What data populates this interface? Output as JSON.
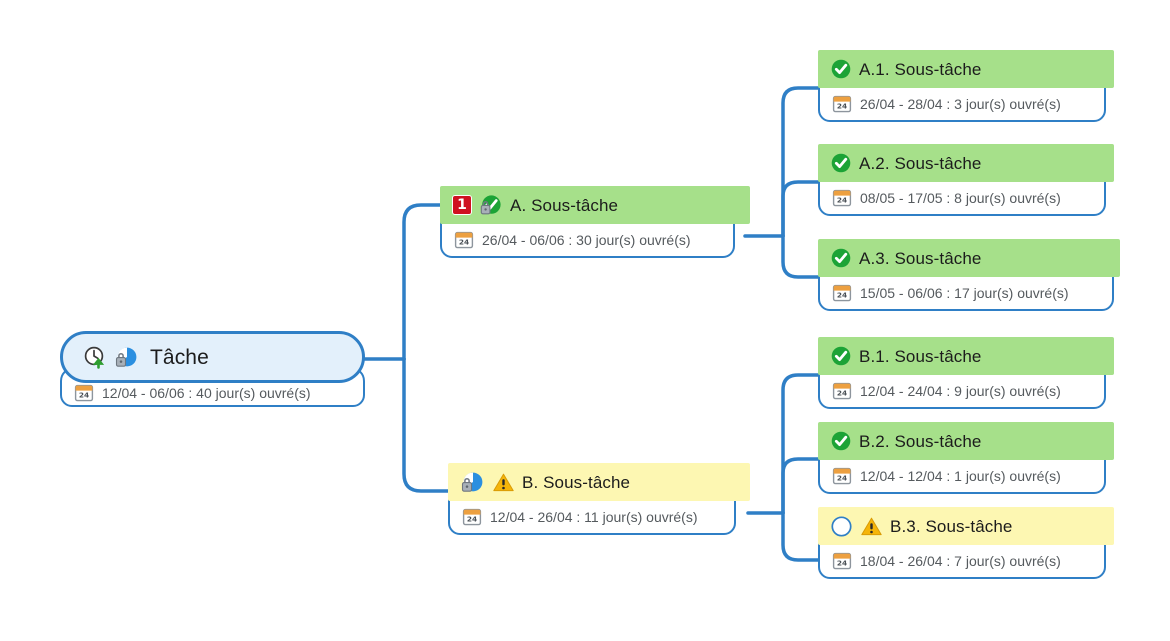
{
  "diagram": {
    "type": "mindmap",
    "title": "Tâche",
    "language": "fr",
    "colors": {
      "link": "#2f7fc6",
      "node_border": "#2f7fc6",
      "root_fill": "#e3f0fb",
      "status_done_fill": "#a6e08a",
      "status_warning_fill": "#fdf7b2",
      "check_green": "#1ca336",
      "warning_amber": "#f5b50a",
      "priority_red": "#cf1020",
      "calendar_orange": "#eda040",
      "date_text": "#555a5e",
      "title_text": "#1c1c1c"
    }
  },
  "root": {
    "id": "root",
    "label": "Tâche",
    "date_text": "12/04 - 06/06 : 40 jour(s) ouvré(s)",
    "start": "12/04",
    "end": "06/06",
    "duration": "40 jour(s) ouvré(s)",
    "status": "root",
    "icons": [
      "clock-arrow-up-icon",
      "pie-progress-locked-icon",
      "calendar-icon"
    ]
  },
  "branches": [
    {
      "id": "A",
      "label": "A. Sous-tâche",
      "date_text": "26/04 - 06/06 : 30 jour(s) ouvré(s)",
      "start": "26/04",
      "end": "06/06",
      "duration": "30 jour(s) ouvré(s)",
      "status": "done",
      "priority": "1",
      "icons": [
        "priority-1-icon",
        "check-locked-icon",
        "calendar-icon"
      ],
      "children": [
        {
          "id": "A.1",
          "label": "A.1. Sous-tâche",
          "date_text": "26/04 - 28/04 : 3 jour(s) ouvré(s)",
          "start": "26/04",
          "end": "28/04",
          "duration": "3 jour(s) ouvré(s)",
          "status": "done",
          "icons": [
            "check-circle-icon",
            "calendar-icon"
          ]
        },
        {
          "id": "A.2",
          "label": "A.2. Sous-tâche",
          "date_text": "08/05 - 17/05 : 8 jour(s) ouvré(s)",
          "start": "08/05",
          "end": "17/05",
          "duration": "8 jour(s) ouvré(s)",
          "status": "done",
          "icons": [
            "check-circle-icon",
            "calendar-icon"
          ]
        },
        {
          "id": "A.3",
          "label": "A.3. Sous-tâche",
          "date_text": "15/05 - 06/06 : 17 jour(s) ouvré(s)",
          "start": "15/05",
          "end": "06/06",
          "duration": "17 jour(s) ouvré(s)",
          "status": "done",
          "icons": [
            "check-circle-icon",
            "calendar-icon"
          ]
        }
      ]
    },
    {
      "id": "B",
      "label": "B. Sous-tâche",
      "date_text": "12/04 - 26/04 : 11 jour(s) ouvré(s)",
      "start": "12/04",
      "end": "26/04",
      "duration": "11 jour(s) ouvré(s)",
      "status": "warning",
      "icons": [
        "pie-progress-locked-icon",
        "warning-triangle-icon",
        "calendar-icon"
      ],
      "children": [
        {
          "id": "B.1",
          "label": "B.1. Sous-tâche",
          "date_text": "12/04 - 24/04 : 9 jour(s) ouvré(s)",
          "start": "12/04",
          "end": "24/04",
          "duration": "9 jour(s) ouvré(s)",
          "status": "done",
          "icons": [
            "check-circle-icon",
            "calendar-icon"
          ]
        },
        {
          "id": "B.2",
          "label": "B.2. Sous-tâche",
          "date_text": "12/04 - 12/04 : 1 jour(s) ouvré(s)",
          "start": "12/04",
          "end": "12/04",
          "duration": "1 jour(s) ouvré(s)",
          "status": "done",
          "icons": [
            "check-circle-icon",
            "calendar-icon"
          ]
        },
        {
          "id": "B.3",
          "label": "B.3. Sous-tâche",
          "date_text": "18/04 - 26/04 : 7 jour(s) ouvré(s)",
          "start": "18/04",
          "end": "26/04",
          "duration": "7 jour(s) ouvré(s)",
          "status": "open-warning",
          "icons": [
            "empty-circle-icon",
            "warning-triangle-icon",
            "calendar-icon"
          ]
        }
      ]
    }
  ]
}
